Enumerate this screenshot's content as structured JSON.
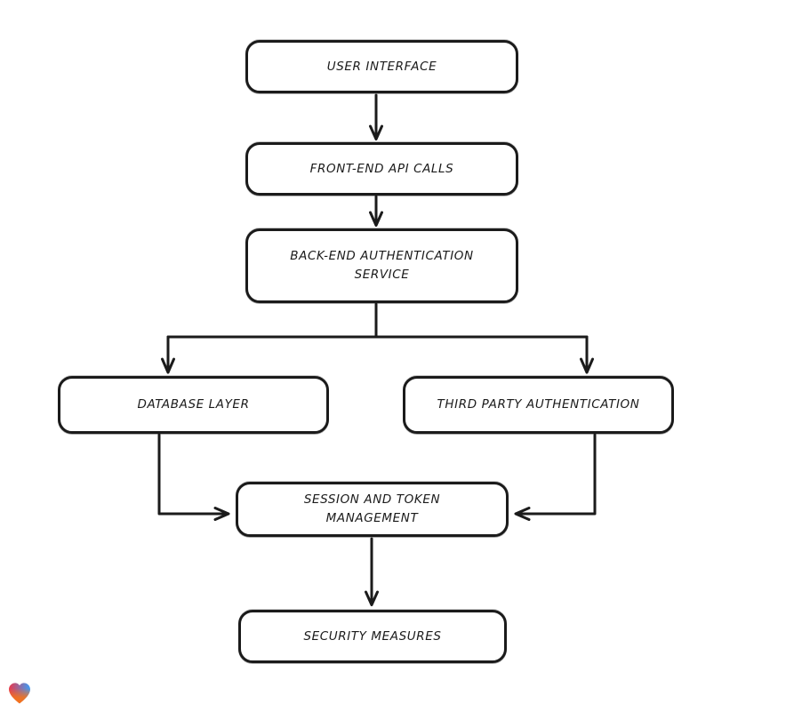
{
  "diagram": {
    "nodes": [
      {
        "id": "user-interface",
        "label": "USER INTERFACE"
      },
      {
        "id": "front-end-api-calls",
        "label": "FRONT-END API CALLS"
      },
      {
        "id": "back-end-authentication-service",
        "label": "BACK-END AUTHENTICATION\nSERVICE"
      },
      {
        "id": "database-layer",
        "label": "DATABASE LAYER"
      },
      {
        "id": "third-party-authentication",
        "label": "THIRD PARTY AUTHENTICATION"
      },
      {
        "id": "session-and-token-management",
        "label": "SESSION AND TOKEN\nMANAGEMENT"
      },
      {
        "id": "security-measures",
        "label": "SECURITY MEASURES"
      }
    ],
    "edges": [
      {
        "from": "user-interface",
        "to": "front-end-api-calls"
      },
      {
        "from": "front-end-api-calls",
        "to": "back-end-authentication-service"
      },
      {
        "from": "back-end-authentication-service",
        "to": "database-layer"
      },
      {
        "from": "back-end-authentication-service",
        "to": "third-party-authentication"
      },
      {
        "from": "database-layer",
        "to": "session-and-token-management"
      },
      {
        "from": "third-party-authentication",
        "to": "session-and-token-management"
      },
      {
        "from": "session-and-token-management",
        "to": "security-measures"
      }
    ],
    "style": {
      "stroke_color": "#1b1b1b",
      "box_fill": "#ffffff",
      "background": "#ffffff"
    }
  },
  "logo": {
    "icon": "gradient-heart-icon",
    "colors": {
      "red": "#ea384c",
      "blue": "#3b9df8",
      "orange": "#f97316"
    }
  }
}
